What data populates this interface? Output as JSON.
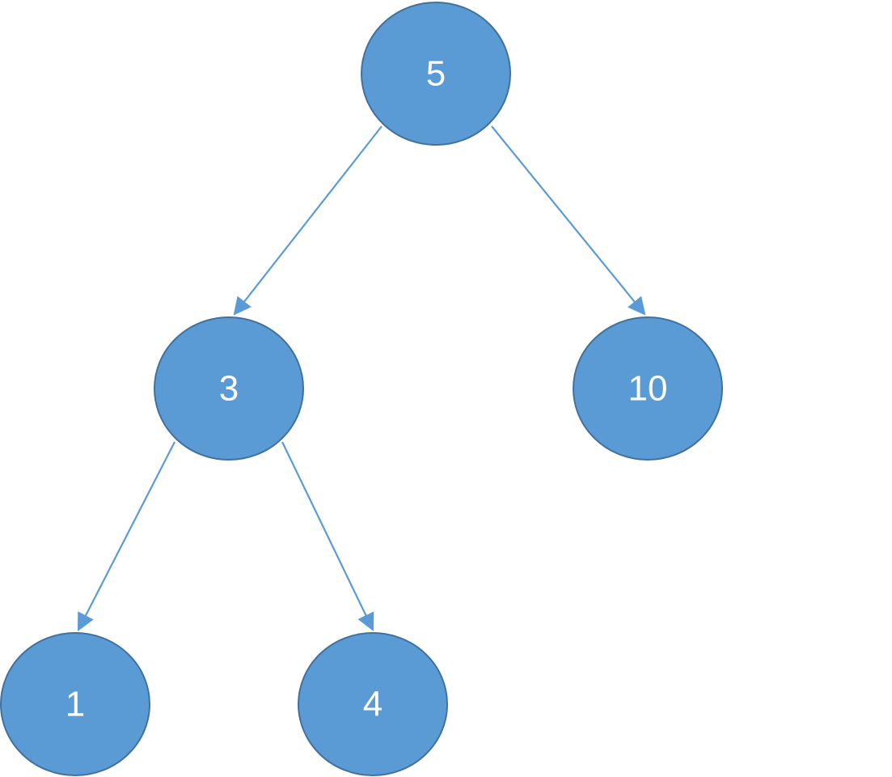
{
  "colors": {
    "background": "#ffffff",
    "node_fill": "#5b9bd5",
    "node_stroke": "#41719c",
    "edge": "#5b9bd5",
    "label": "#ffffff"
  },
  "diagram": {
    "type": "binary-tree",
    "nodes": [
      {
        "id": "n5",
        "label": "5"
      },
      {
        "id": "n3",
        "label": "3"
      },
      {
        "id": "n10",
        "label": "10"
      },
      {
        "id": "n1",
        "label": "1"
      },
      {
        "id": "n4",
        "label": "4"
      }
    ],
    "edges": [
      {
        "from": "n5",
        "to": "n3"
      },
      {
        "from": "n5",
        "to": "n10"
      },
      {
        "from": "n3",
        "to": "n1"
      },
      {
        "from": "n3",
        "to": "n4"
      }
    ]
  }
}
